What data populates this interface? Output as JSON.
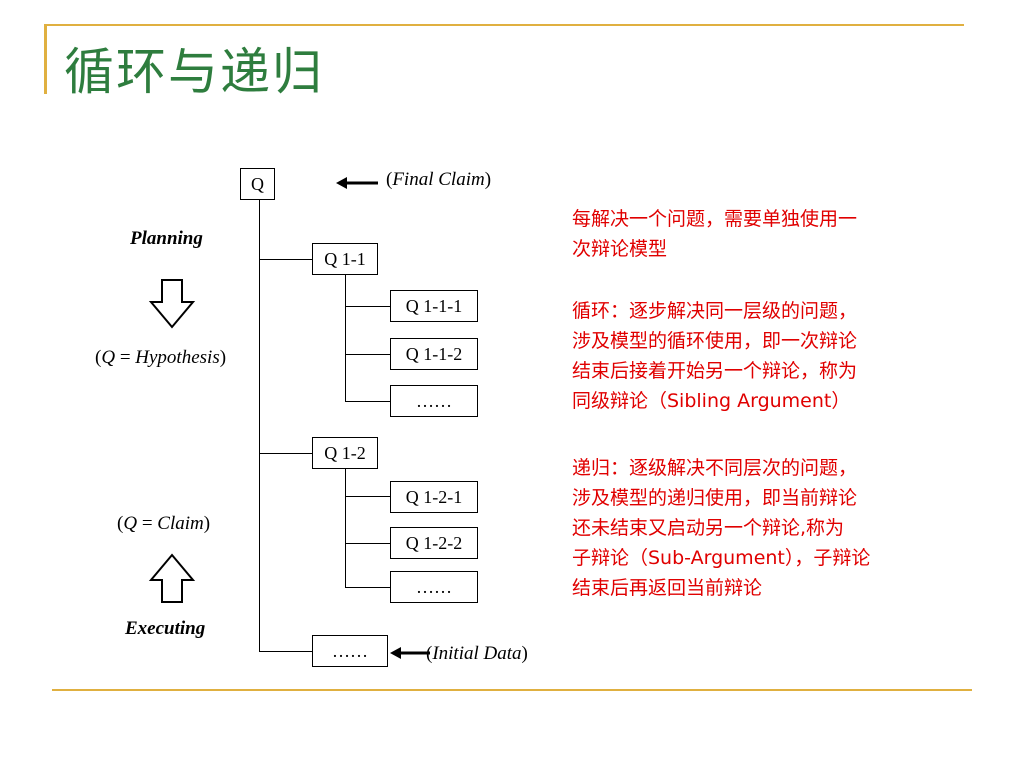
{
  "title": "循环与递归",
  "diagram": {
    "root": "Q",
    "q11": "Q 1-1",
    "q111": "Q 1-1-1",
    "q112": "Q 1-1-2",
    "q11_more": "……",
    "q12": "Q 1-2",
    "q121": "Q 1-2-1",
    "q122": "Q 1-2-2",
    "q12_more": "……",
    "root_more": "……",
    "final_claim": "Final Claim",
    "initial_data": "Initial Data",
    "planning": "Planning",
    "hypothesis_q": "Q",
    "hypothesis_eq": " = ",
    "hypothesis": "Hypothesis",
    "claim_q": "Q",
    "claim_eq": " = ",
    "claim": "Claim",
    "executing": "Executing"
  },
  "notes": {
    "n1_line1": "每解决一个问题，需要单独使用一",
    "n1_line2": "次辩论模型",
    "n2_line1": "循环：逐步解决同一层级的问题，",
    "n2_line2": "涉及模型的循环使用，即一次辩论",
    "n2_line3": "结束后接着开始另一个辩论，称为",
    "n2_line4": "同级辩论（Sibling Argument）",
    "n3_line1": "递归：逐级解决不同层次的问题，",
    "n3_line2": "涉及模型的递归使用，即当前辩论",
    "n3_line3": "还未结束又启动另一个辩论,称为",
    "n3_line4": "子辩论（Sub-Argument），子辩论",
    "n3_line5": "结束后再返回当前辩论"
  },
  "colors": {
    "title": "#2e7d3e",
    "rule": "#e0b040",
    "note": "#e00000"
  }
}
